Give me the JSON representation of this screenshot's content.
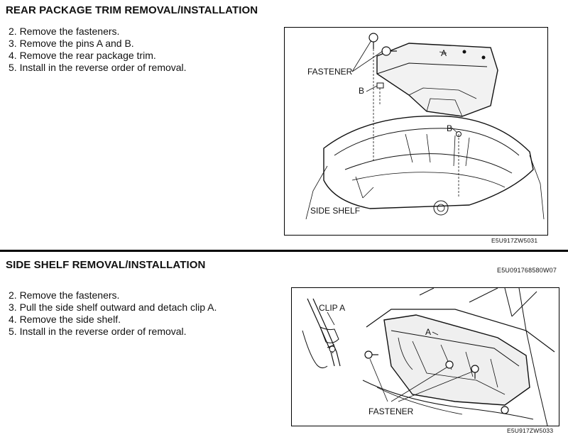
{
  "section1": {
    "title": "REAR PACKAGE TRIM REMOVAL/INSTALLATION",
    "steps": [
      "2. Remove the fasteners.",
      "3. Remove the pins A and B.",
      "4. Remove the rear package trim.",
      "5. Install in the reverse order of removal."
    ],
    "figure": {
      "labels": {
        "fastener": "FASTENER",
        "a": "A",
        "b_left": "B",
        "b_right": "B",
        "side_shelf": "SIDE SHELF"
      },
      "code": "E5U917ZW5031"
    }
  },
  "section2": {
    "title": "SIDE SHELF REMOVAL/INSTALLATION",
    "doc_code": "E5U091768580W07",
    "steps": [
      "2. Remove the fasteners.",
      "3. Pull the side shelf outward and detach clip A.",
      "4. Remove the side shelf.",
      "5. Install in the reverse order of removal."
    ],
    "figure": {
      "labels": {
        "clip_a": "CLIP A",
        "a": "A",
        "fastener": "FASTENER"
      },
      "code": "E5U917ZW5033"
    }
  }
}
